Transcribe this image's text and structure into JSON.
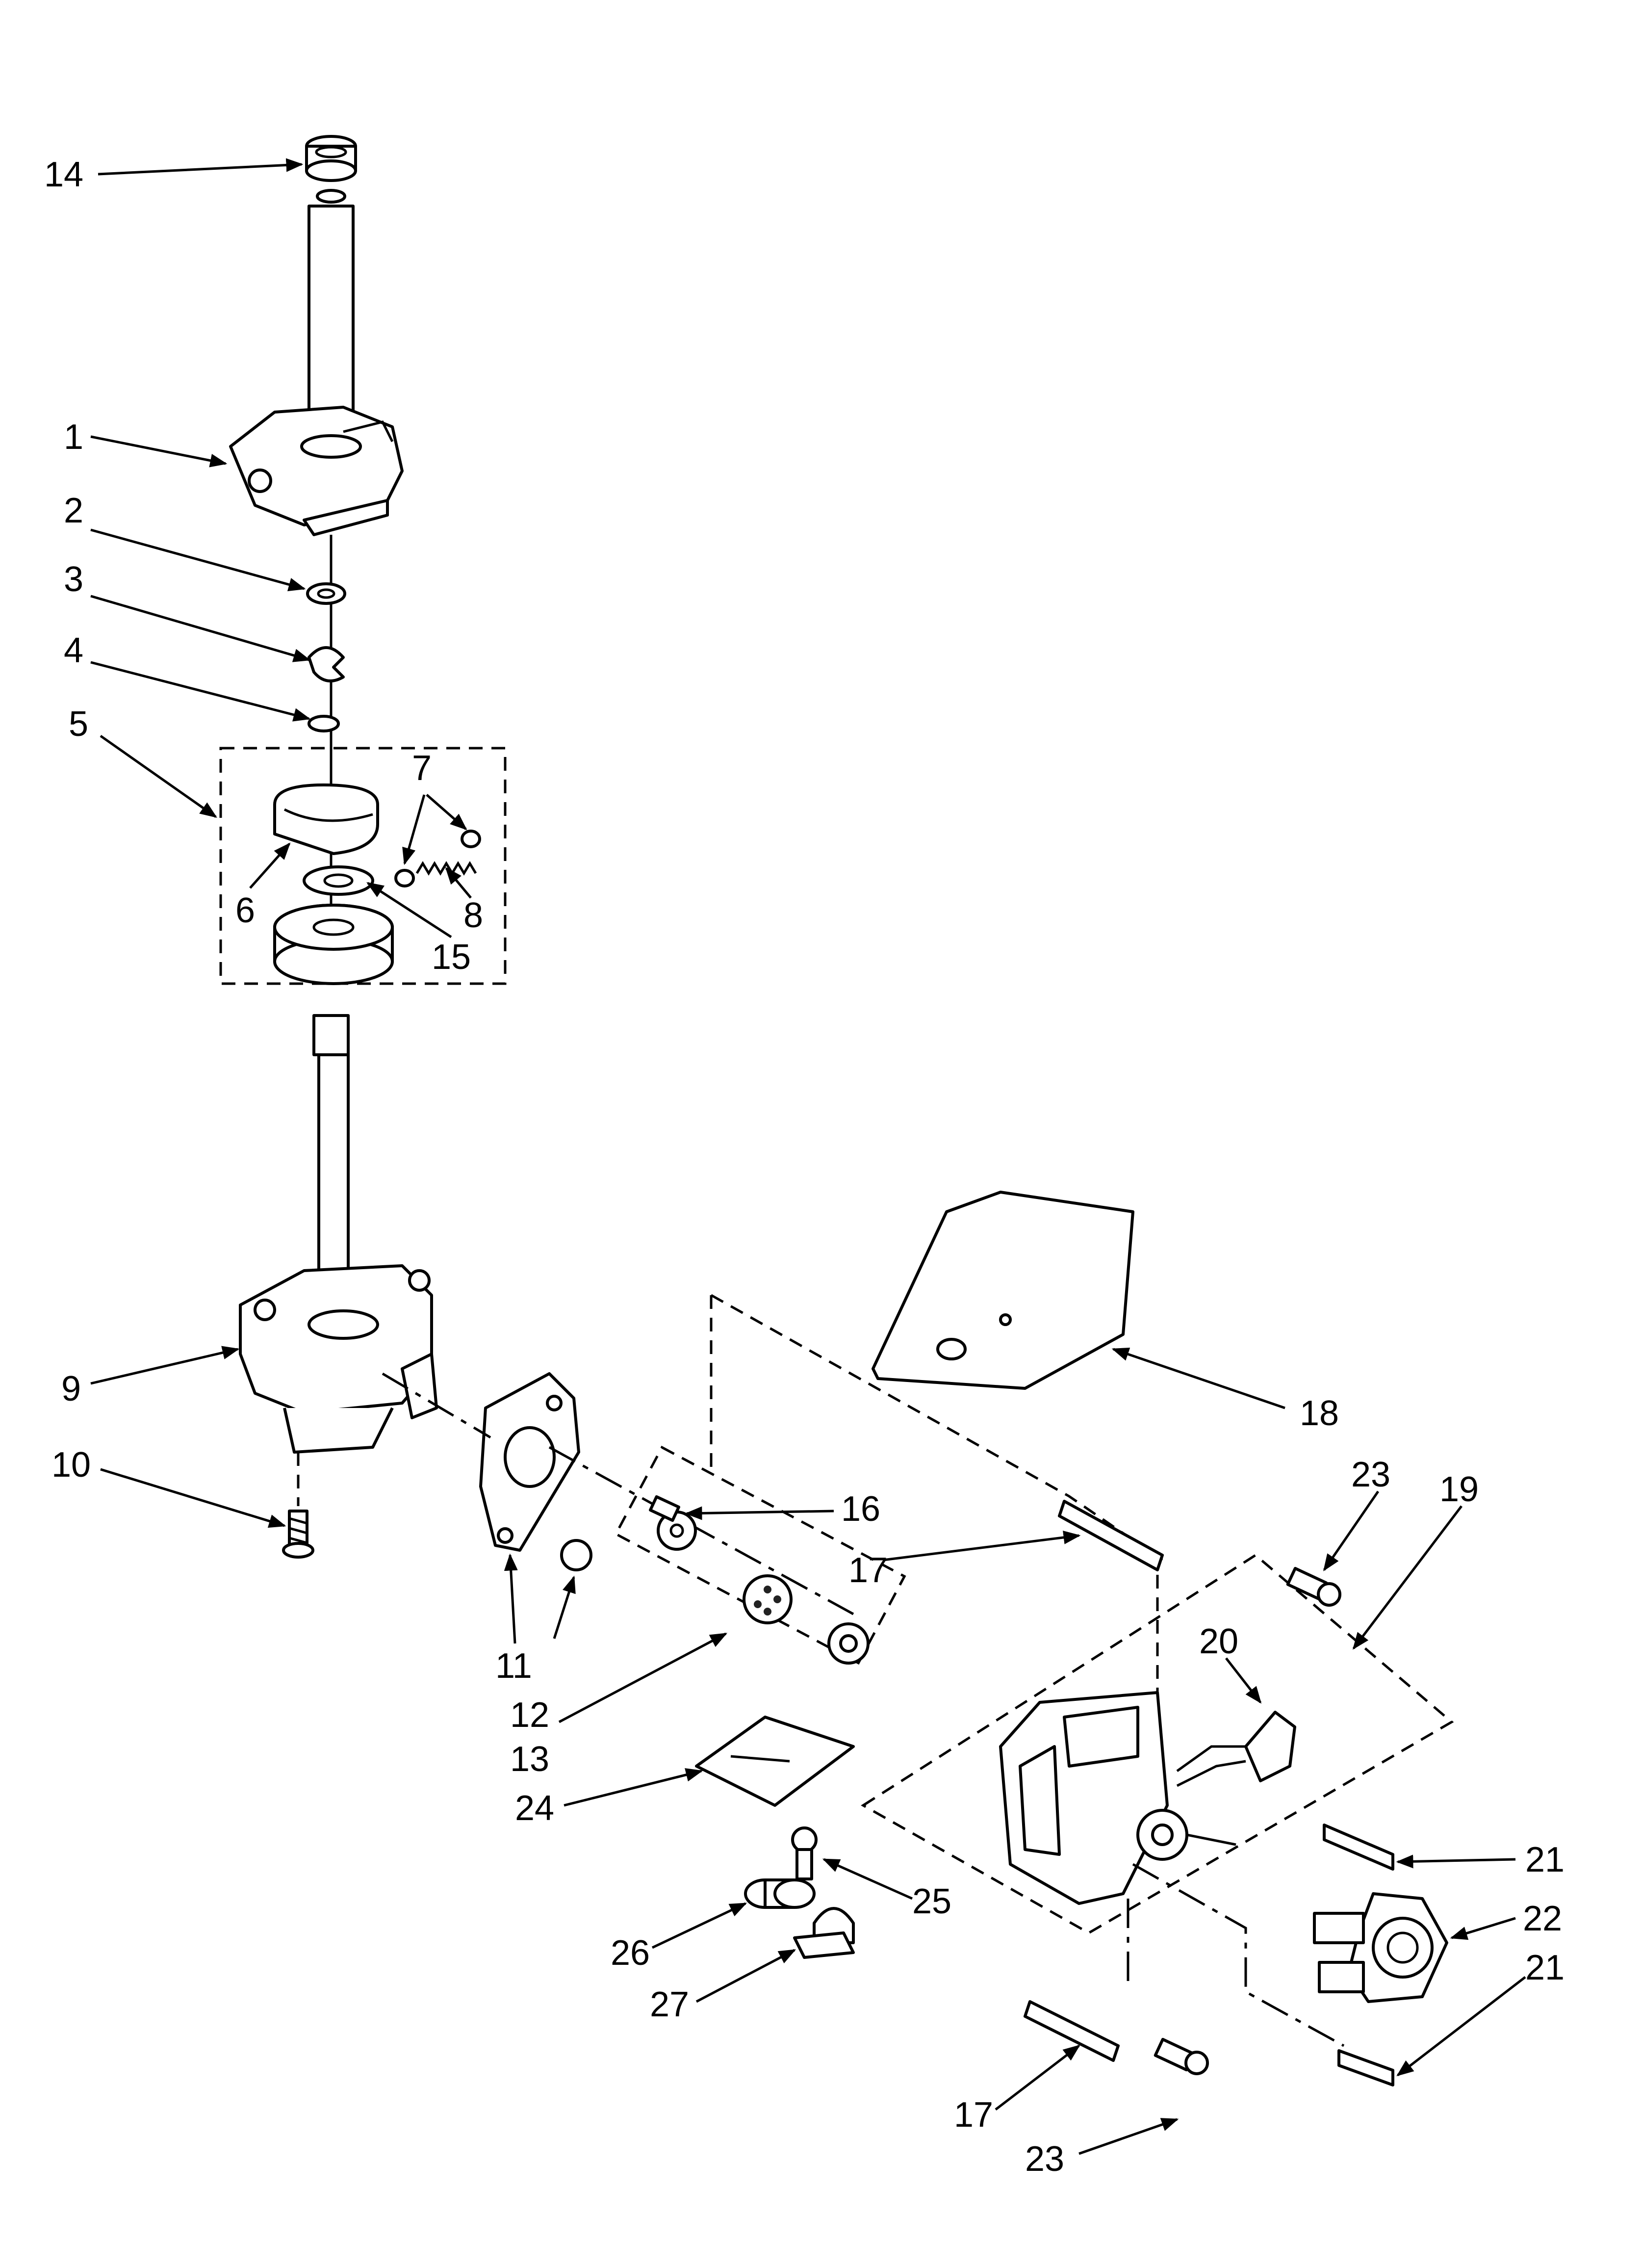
{
  "callouts": {
    "c1": "1",
    "c2": "2",
    "c3": "3",
    "c4": "4",
    "c5": "5",
    "c6": "6",
    "c7": "7",
    "c8": "8",
    "c9": "9",
    "c10": "10",
    "c11": "11",
    "c12": "12",
    "c13": "13",
    "c14": "14",
    "c15": "15",
    "c16": "16",
    "c17a": "17",
    "c17b": "17",
    "c18": "18",
    "c19": "19",
    "c20": "20",
    "c21a": "21",
    "c21b": "21",
    "c22": "22",
    "c23a": "23",
    "c23b": "23",
    "c24": "24",
    "c25": "25",
    "c26": "26",
    "c27": "27"
  },
  "colors": {
    "ink": "#000000",
    "paper": "#ffffff"
  }
}
